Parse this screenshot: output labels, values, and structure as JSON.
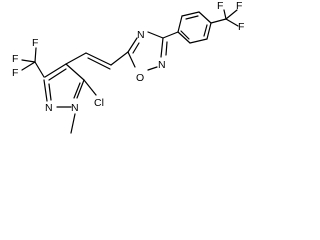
{
  "molecule": {
    "atom_labels": {
      "pz_f1": "F",
      "pz_f2": "F",
      "pz_f3": "F",
      "pz_n1": "N",
      "pz_n2": "N",
      "pz_cl": "Cl",
      "ox_n_top": "N",
      "ox_n_bottom": "N",
      "ox_o": "O",
      "ar_f1": "F",
      "ar_f2": "F",
      "ar_f3": "F"
    },
    "colors": {
      "bond": "#000000",
      "label": "#000000",
      "background": "#ffffff"
    }
  }
}
